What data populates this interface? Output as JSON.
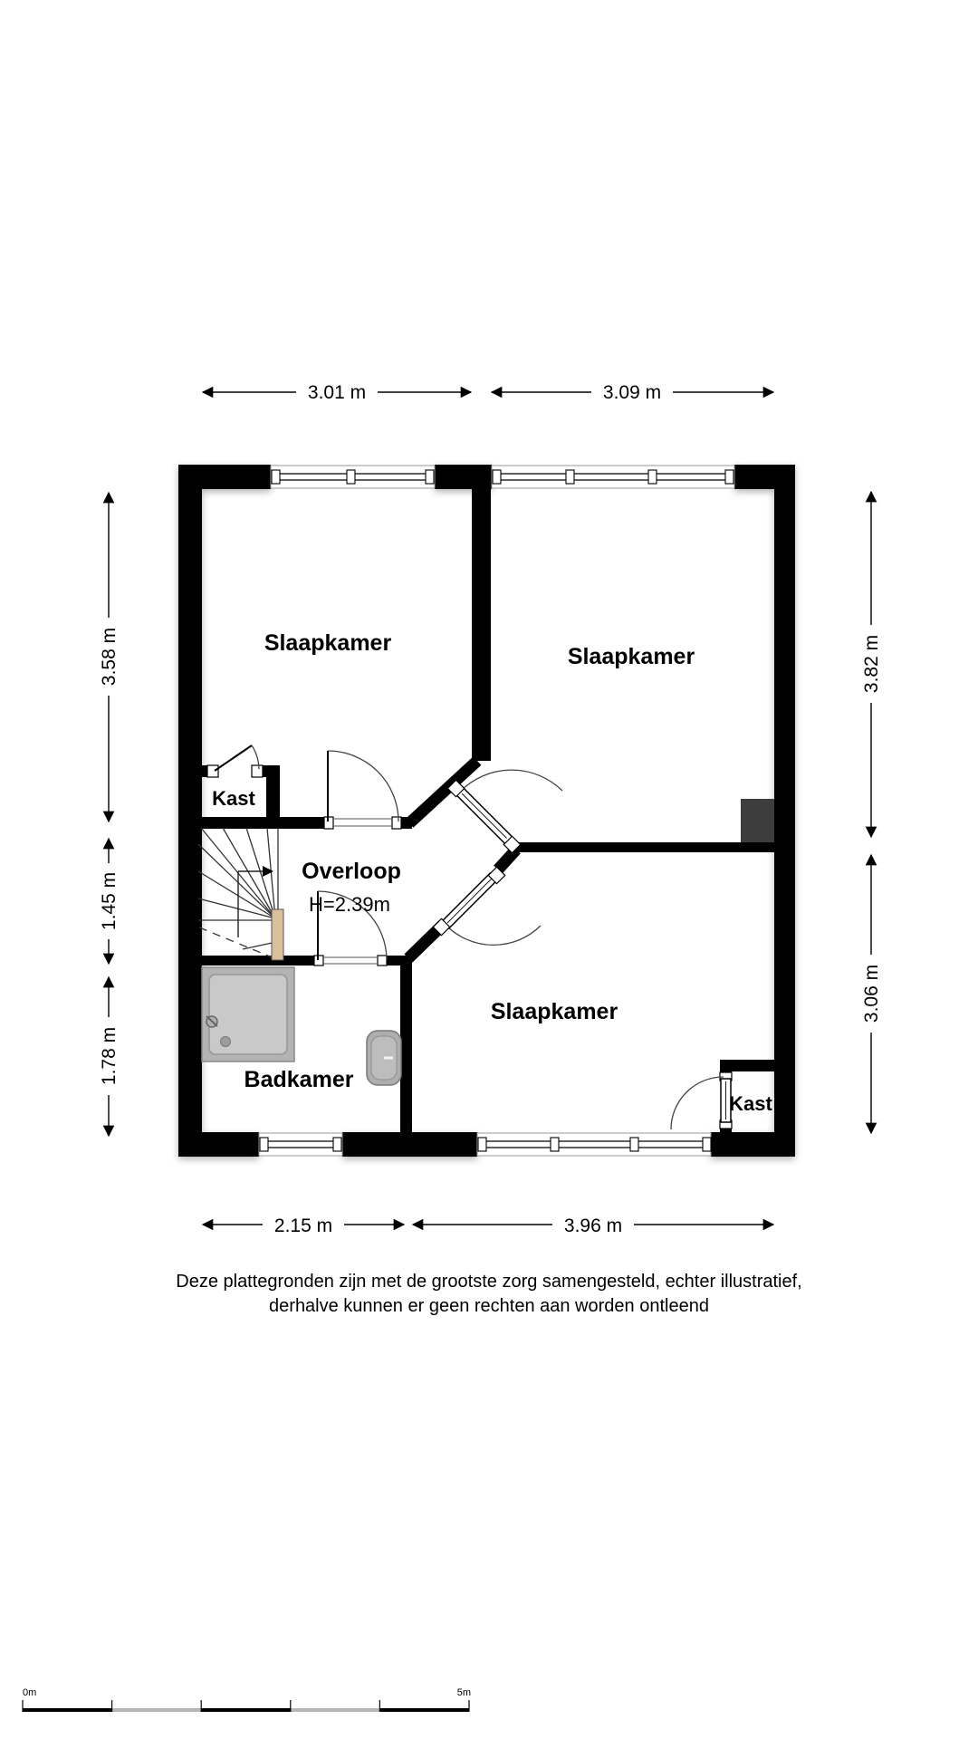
{
  "plan": {
    "type": "floorplan",
    "floor_rooms": {
      "bedroom_top_left": {
        "label": "Slaapkamer"
      },
      "bedroom_top_right": {
        "label": "Slaapkamer"
      },
      "bedroom_bottom": {
        "label": "Slaapkamer"
      },
      "bathroom": {
        "label": "Badkamer"
      },
      "landing": {
        "label": "Overloop",
        "height_note": "H=2.39m"
      },
      "closet_left": {
        "label": "Kast"
      },
      "closet_right": {
        "label": "Kast"
      }
    },
    "dimensions": {
      "top": [
        "3.01 m",
        "3.09 m"
      ],
      "bottom": [
        "2.15 m",
        "3.96 m"
      ],
      "left": [
        "3.58 m",
        "1.45 m",
        "1.78 m"
      ],
      "right": [
        "3.82 m",
        "3.06 m"
      ]
    },
    "fixtures": [
      "shower",
      "sink",
      "stairs",
      "chimney"
    ],
    "colors": {
      "wall": "#000000",
      "window_frame": "#9a9a9a",
      "fixture_gray": "#b5b5b5",
      "stair_newel": "#d9c09a",
      "chimney": "#3d3d3d",
      "scale_alt": "#b5b5b5"
    }
  },
  "disclaimer": {
    "line1": "Deze plattegronden zijn met de grootste zorg samengesteld, echter illustratief,",
    "line2": "derhalve kunnen er geen rechten aan worden ontleend"
  },
  "scale_bar": {
    "start_label": "0m",
    "end_label": "5m"
  }
}
